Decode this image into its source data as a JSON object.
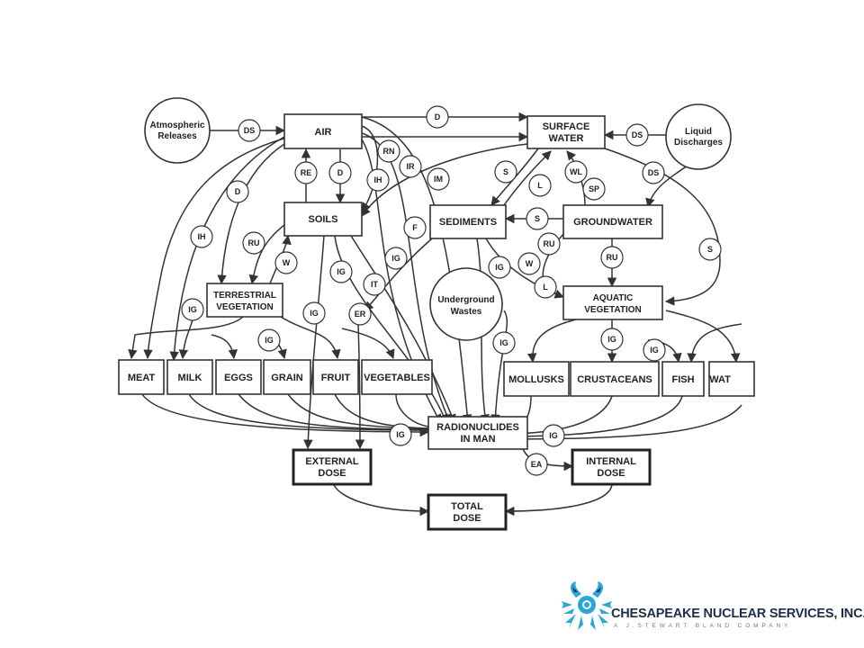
{
  "nodes": {
    "atmospheric_releases": [
      "Atmospheric",
      "Releases"
    ],
    "liquid_discharges": [
      "Liquid",
      "Discharges"
    ],
    "underground_wastes": [
      "Underground",
      "Wastes"
    ],
    "air": "AIR",
    "surface_water": [
      "SURFACE",
      "WATER"
    ],
    "soils": "SOILS",
    "sediments": "SEDIMENTS",
    "groundwater": "GROUNDWATER",
    "terrestrial_vegetation": [
      "TERRESTRIAL",
      "VEGETATION"
    ],
    "aquatic_vegetation": [
      "AQUATIC",
      "VEGETATION"
    ],
    "meat": "MEAT",
    "milk": "MILK",
    "eggs": "EGGS",
    "grain": "GRAIN",
    "fruit": "FRUIT",
    "vegetables": "VEGETABLES",
    "mollusks": "MOLLUSKS",
    "crustaceans": "CRUSTACEANS",
    "fish": "FISH",
    "water": "WAT",
    "radionuclides_in_man": [
      "RADIONUCLIDES",
      "IN MAN"
    ],
    "external_dose": [
      "EXTERNAL",
      "DOSE"
    ],
    "internal_dose": [
      "INTERNAL",
      "DOSE"
    ],
    "total_dose": [
      "TOTAL",
      "DOSE"
    ]
  },
  "pathway_labels": {
    "ds_atm": "DS",
    "d_top": "D",
    "ds_liq": "DS",
    "ds_gw": "DS",
    "re": "RE",
    "d_soil": "D",
    "rn": "RN",
    "ir": "IR",
    "ih_mid": "IH",
    "im": "IM",
    "s_sed": "S",
    "l_sw": "L",
    "wl": "WL",
    "sp": "SP",
    "d_left": "D",
    "ih_left": "IH",
    "ru_tv": "RU",
    "w_soil": "W",
    "f": "F",
    "s_gw": "S",
    "s_right": "S",
    "ig_soil": "IG",
    "ig_tv": "IG",
    "it": "IT",
    "er": "ER",
    "ig_sed": "IG",
    "w_sed": "W",
    "ru_sed": "RU",
    "l_ug": "L",
    "ru_aq": "RU",
    "ig_meat": "IG",
    "ig_mid": "IG",
    "ig_veg": "IG",
    "ig_mollusk": "IG",
    "ig_crust": "IG",
    "ig_fish": "IG",
    "ig_man_left": "IG",
    "ig_man_right": "IG",
    "ea": "EA"
  },
  "branding": {
    "company": "CHESAPEAKE NUCLEAR SERVICES, INC.",
    "tagline": "A J.STEWART BLAND COMPANY"
  }
}
